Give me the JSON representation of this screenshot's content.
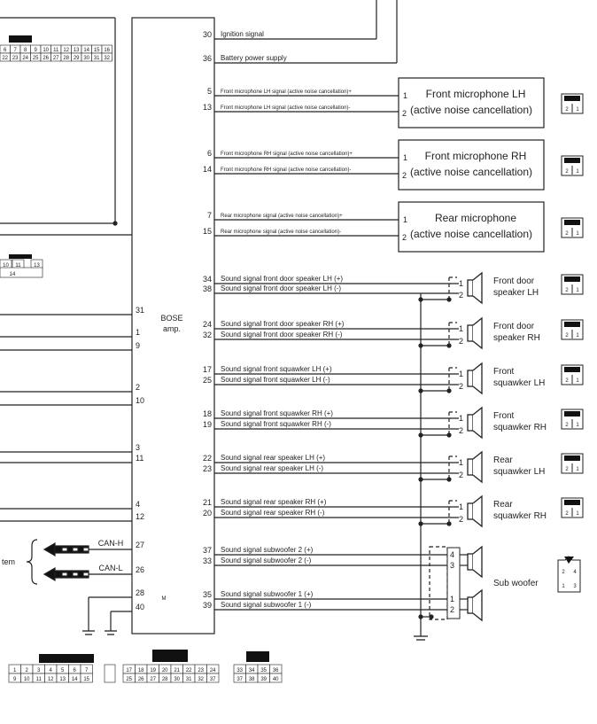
{
  "amp_label": [
    "BOSE",
    "amp."
  ],
  "amp_pins_left": [
    "31",
    "1",
    "9",
    "2",
    "10",
    "3",
    "11",
    "4",
    "12",
    "27",
    "26",
    "28",
    "40"
  ],
  "amp_pins_right": [
    "30",
    "36",
    "5",
    "13",
    "6",
    "14",
    "7",
    "15",
    "34",
    "38",
    "24",
    "32",
    "17",
    "25",
    "18",
    "19",
    "22",
    "23",
    "21",
    "20",
    "37",
    "33",
    "35",
    "39"
  ],
  "signals": [
    "Ignition signal",
    "Battery power supply",
    "Front microphone LH signal (active noise cancellation)+",
    "Front microphone LH signal (active noise cancellation)-",
    "Front microphone RH signal (active noise cancellation)+",
    "Front microphone RH signal (active noise cancellation)-",
    "Rear microphone signal (active noise cancellation)+",
    "Rear microphone signal (active noise cancellation)-",
    "Sound signal front door speaker LH (+)",
    "Sound signal front door speaker LH (-)",
    "Sound signal front door speaker RH (+)",
    "Sound signal front door speaker RH (-)",
    "Sound signal front squawker LH (+)",
    "Sound signal front squawker LH (-)",
    "Sound signal front squawker RH (+)",
    "Sound signal front squawker RH (-)",
    "Sound signal rear speaker LH (+)",
    "Sound signal rear speaker LH (-)",
    "Sound signal rear speaker RH (+)",
    "Sound signal rear speaker RH (-)",
    "Sound signal subwoofer 2 (+)",
    "Sound signal subwoofer 2 (-)",
    "Sound signal subwoofer 1 (+)",
    "Sound signal subwoofer 1 (-)"
  ],
  "microphones": [
    {
      "name": "Front microphone LH",
      "sub": "(active noise cancellation)"
    },
    {
      "name": "Front microphone RH",
      "sub": "(active noise cancellation)"
    },
    {
      "name": "Rear microphone",
      "sub": "(active noise cancellation)"
    }
  ],
  "mic_pins": [
    "1",
    "2"
  ],
  "speakers": [
    [
      "Front door",
      "speaker LH"
    ],
    [
      "Front door",
      "speaker RH"
    ],
    [
      "Front",
      "squawker LH"
    ],
    [
      "Front",
      "squawker RH"
    ],
    [
      "Rear",
      "squawker LH"
    ],
    [
      "Rear",
      "squawker RH"
    ]
  ],
  "speaker_pins": [
    "1",
    "2"
  ],
  "subwoofer": {
    "name": "Sub woofer",
    "pins": [
      "4",
      "3",
      "1",
      "2"
    ],
    "connector": [
      "2",
      "4",
      "1",
      "3"
    ]
  },
  "can": {
    "high": "CAN-H",
    "low": "CAN-L",
    "system": "tem"
  },
  "motor_symbol": "M",
  "connector_2pin": [
    "2",
    "1"
  ],
  "left_connector_top": [
    "6",
    "7",
    "8",
    "9",
    "10",
    "11",
    "12",
    "13",
    "14",
    "15",
    "16",
    "22",
    "23",
    "24",
    "25",
    "26",
    "27",
    "28",
    "29",
    "30",
    "31",
    "32"
  ],
  "left_connector_mid": [
    "10",
    "11",
    "13",
    "14"
  ],
  "bottom_connector": {
    "row1": [
      "1",
      "2",
      "3",
      "4",
      "5",
      "6",
      "7",
      "17",
      "18",
      "19",
      "20",
      "21",
      "22",
      "23",
      "24",
      "33",
      "34",
      "35",
      "36"
    ],
    "row2": [
      "9",
      "10",
      "11",
      "12",
      "13",
      "14",
      "15",
      "25",
      "26",
      "27",
      "28",
      "30",
      "31",
      "32",
      "37",
      "38",
      "39",
      "40"
    ]
  },
  "colors": {
    "line": "#222222",
    "arrow": "#111111",
    "fill": "#e8e8e8"
  }
}
